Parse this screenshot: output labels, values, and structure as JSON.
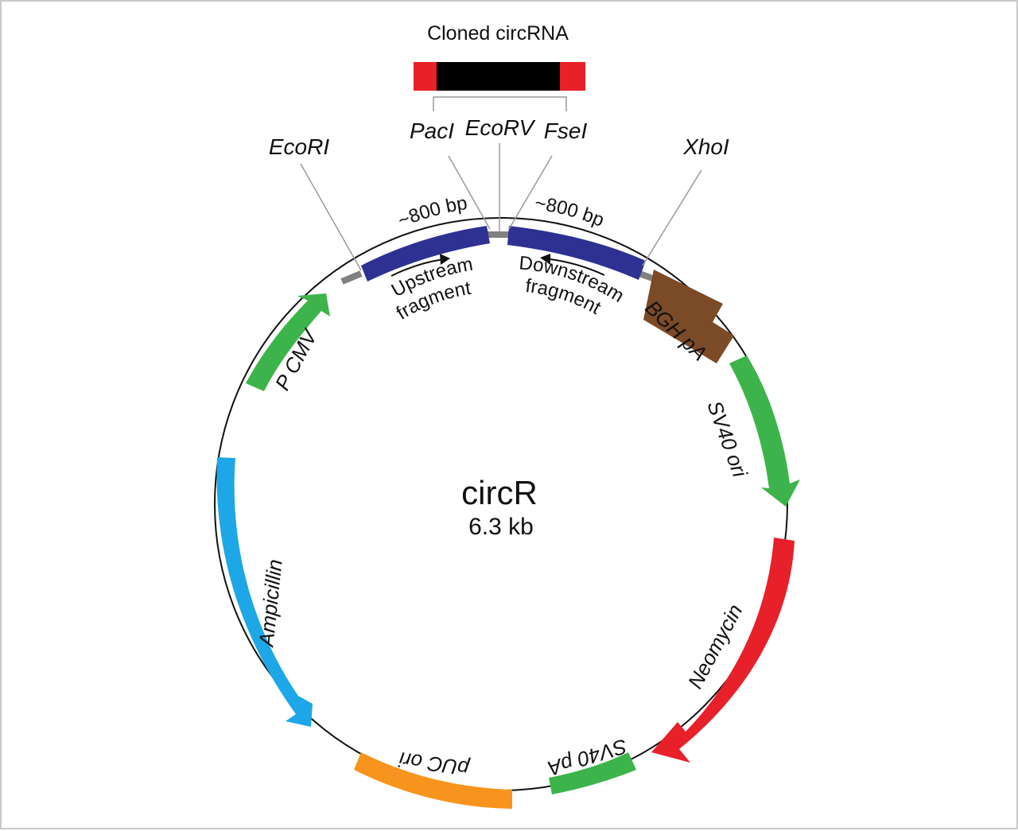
{
  "plasmid": {
    "name": "circR",
    "size": "6.3 kb"
  },
  "insert": {
    "title": "Cloned  circRNA"
  },
  "sites": [
    {
      "label": "EcoRI"
    },
    {
      "label": "PacI"
    },
    {
      "label": "EcoRV"
    },
    {
      "label": "FseI"
    },
    {
      "label": "XhoI"
    }
  ],
  "fragments": {
    "upstream": {
      "size": "~800 bp",
      "line1": "Upstream",
      "line2": "fragment"
    },
    "downstream": {
      "size": "~800 bp",
      "line1": "Downstream",
      "line2": "fragment"
    }
  },
  "features": [
    {
      "label": "P CMV",
      "color": "#3cb44b"
    },
    {
      "label": "BGH pA",
      "color": "#7b4a26"
    },
    {
      "label": "SV40 ori",
      "color": "#3cb44b"
    },
    {
      "label": "Neomycin",
      "color": "#e8202a"
    },
    {
      "label": "SV40 pA",
      "color": "#3cb44b"
    },
    {
      "label": "pUC ori",
      "color": "#f7941d"
    },
    {
      "label": "Ampicillin",
      "color": "#1ea7e6"
    }
  ],
  "colors": {
    "fragment": "#2e3192",
    "insert_core": "#000000",
    "insert_ends": "#e8202a",
    "connector": "#808080",
    "backbone": "#111111"
  }
}
